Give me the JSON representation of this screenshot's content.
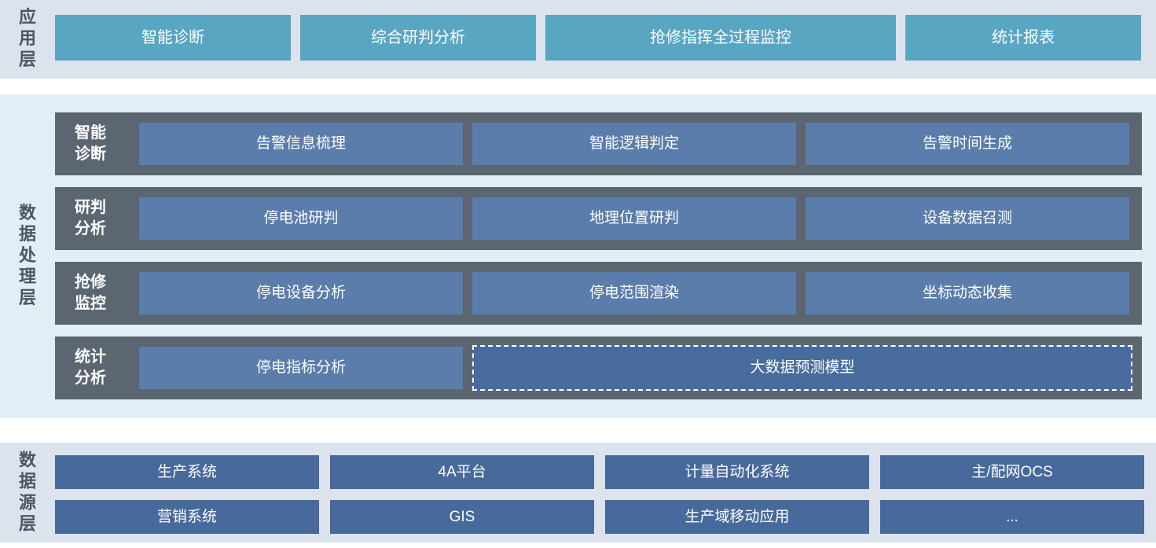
{
  "colors": {
    "app_block": "#58a6c2",
    "proc_row": "#5c6671",
    "proc_block": "#5a7dab",
    "dashed_block": "#486c9e",
    "source_block": "#47699c",
    "layer_bg_gray": "#dde3ec",
    "layer_bg_cyan": "#e1eef5",
    "label_text": "#4a5664"
  },
  "app_layer": {
    "label": "应用层",
    "buttons": [
      "智能诊断",
      "综合研判分析",
      "抢修指挥全过程监控",
      "统计报表"
    ]
  },
  "processing_layer": {
    "label": "数据处理层",
    "rows": [
      {
        "label_lines": [
          "智能",
          "诊断"
        ],
        "buttons": [
          "告警信息梳理",
          "智能逻辑判定",
          "告警时间生成"
        ]
      },
      {
        "label_lines": [
          "研判",
          "分析"
        ],
        "buttons": [
          "停电池研判",
          "地理位置研判",
          "设备数据召测"
        ]
      },
      {
        "label_lines": [
          "抢修",
          "监控"
        ],
        "buttons": [
          "停电设备分析",
          "停电范围渲染",
          "坐标动态收集"
        ]
      },
      {
        "label_lines": [
          "统计",
          "分析"
        ],
        "buttons": [
          "停电指标分析"
        ],
        "dashed_button": "大数据预测模型"
      }
    ]
  },
  "source_layer": {
    "label": "数据源层",
    "rows": [
      [
        "生产系统",
        "4A平台",
        "计量自动化系统",
        "主/配网OCS"
      ],
      [
        "营销系统",
        "GIS",
        "生产域移动应用",
        "..."
      ]
    ]
  }
}
